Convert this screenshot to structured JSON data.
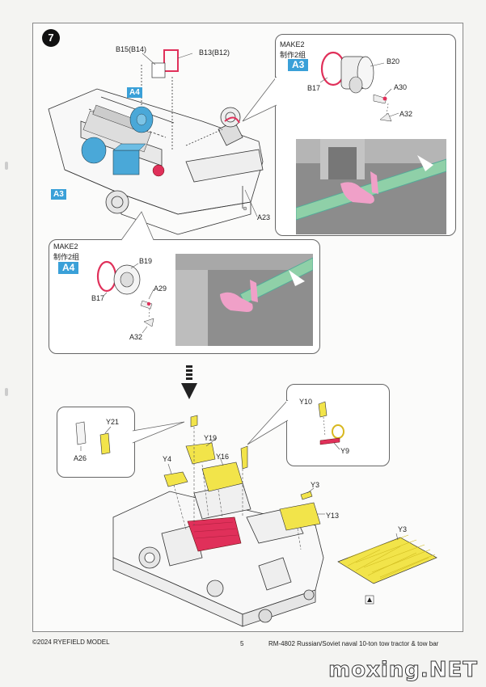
{
  "step": {
    "number": "7"
  },
  "top_assembly": {
    "labels": {
      "b15": "B15(B14)",
      "b13": "B13(B12)",
      "a23": "A23"
    },
    "tags": {
      "a4": "A4",
      "a3": "A3"
    }
  },
  "callout_a3": {
    "make": "MAKE2",
    "make_cn": "制作2组",
    "tag": "A3",
    "labels": {
      "b20": "B20",
      "b17": "B17",
      "a30": "A30",
      "a32": "A32"
    }
  },
  "callout_a4": {
    "make": "MAKE2",
    "make_cn": "制作2组",
    "tag": "A4",
    "labels": {
      "b19": "B19",
      "b17": "B17",
      "a29": "A29",
      "a32": "A32"
    }
  },
  "bottom_assembly": {
    "labels": {
      "y21": "Y21",
      "a26": "A26",
      "y19": "Y19",
      "y4": "Y4",
      "y16": "Y16",
      "y10": "Y10",
      "y9": "Y9",
      "y3a": "Y3",
      "y13": "Y13",
      "y3b": "Y3"
    }
  },
  "footer": {
    "copyright": "©2024 RYEFIELD MODEL",
    "page": "5",
    "title": "RM-4802 Russian/Soviet naval 10-ton tow tractor & tow bar"
  },
  "watermark": "moxing.NET",
  "colors": {
    "accent": "#3aa0d8",
    "pink": "#e0305a",
    "yellow": "#f2e44a",
    "green": "#8fd0a8",
    "cyan": "#4aa8d8"
  }
}
